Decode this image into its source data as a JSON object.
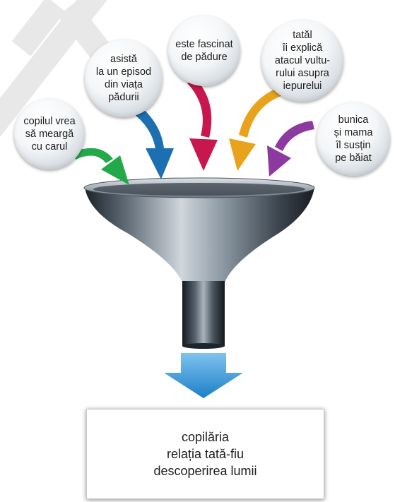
{
  "watermark_text": "ARTE",
  "inputs": [
    {
      "lines": [
        "copilul vrea",
        "să meargă",
        "cu carul"
      ],
      "arrow_color": "#22a94a",
      "icon": "curved-arrow"
    },
    {
      "lines": [
        "asistă",
        "la un episod",
        "din viața",
        "pădurii"
      ],
      "arrow_color": "#1c6fb0",
      "icon": "curved-arrow"
    },
    {
      "lines": [
        "este fascinat",
        "de pădure"
      ],
      "arrow_color": "#c8174e",
      "icon": "curved-arrow"
    },
    {
      "lines": [
        "tatăl",
        "îi explică",
        "atacul vultu-",
        "rului asupra",
        "iepurelui"
      ],
      "arrow_color": "#e8a21c",
      "icon": "curved-arrow"
    },
    {
      "lines": [
        "bunica",
        "și mama",
        "îl susțin",
        "pe băiat"
      ],
      "arrow_color": "#8c3aa0",
      "icon": "curved-arrow"
    }
  ],
  "funnel": {
    "icon": "funnel",
    "output_arrow_color": "#2c93d8"
  },
  "result": {
    "lines": [
      "copilăria",
      "relația tată-fiu",
      "descoperirea lumii"
    ]
  }
}
